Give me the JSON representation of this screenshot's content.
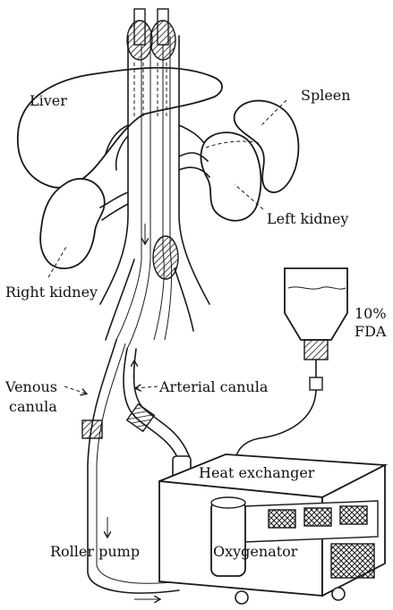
{
  "labels": {
    "liver": "Liver",
    "spleen": "Spleen",
    "left_kidney": "Left kidney",
    "right_kidney": "Right kidney",
    "fda_percent": "10%",
    "fda": "FDA",
    "venous_canula_1": "Venous",
    "venous_canula_2": "canula",
    "arterial_canula": "Arterial canula",
    "heat_exchanger": "Heat exchanger",
    "roller_pump": "Roller pump",
    "oxygenator": "Oxygenator"
  }
}
